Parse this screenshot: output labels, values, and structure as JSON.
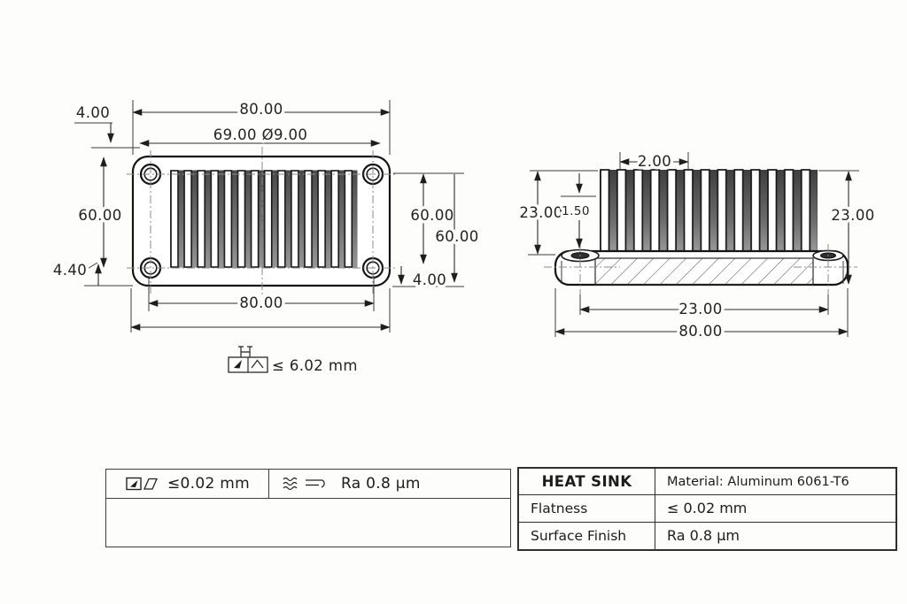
{
  "top_view": {
    "dim_overall_width_top": "80.00",
    "dim_fin_span_hole": "69.00 Ø9.00",
    "dim_offset_top_left": "4.00",
    "dim_height_left": "60.00",
    "dim_height_right_inner": "60.00",
    "dim_height_right_outer": "60.00",
    "dim_offset_bottom_left": "4.40",
    "dim_offset_bottom_right": "4.00",
    "dim_overall_width_bottom": "80.00"
  },
  "side_view": {
    "dim_fin_pitch": "2.00",
    "dim_height_left": "23.00",
    "dim_fin_thickness": "1.50",
    "dim_height_right": "23.00",
    "dim_hole_spacing": "23.00",
    "dim_overall_width": "80.00"
  },
  "flatness_callout": {
    "value": "≤ 6.02 mm"
  },
  "tolerance_bar": {
    "flatness_value": "≤0.02 mm",
    "surface_value": "Ra 0.8 μm"
  },
  "title_block": {
    "part_name": "HEAT SINK",
    "material": "Material: Aluminum 6061-T6",
    "rows": [
      {
        "label": "Flatness",
        "value": "≤ 0.02 mm"
      },
      {
        "label": "Surface Finish",
        "value": "Ra 0.8 μm"
      }
    ]
  },
  "icons": {
    "tolerance_flatness": "gdt-flatness-frame-icon",
    "tolerance_surface": "surface-roughness-icon",
    "callout_frame": "gdt-callout-frame-icon"
  },
  "colors": {
    "object_line": "#141414",
    "dimension_line": "#2a2a2a",
    "centerline": "#8a8a8a",
    "fin_gap_dark": "#4a4a4a",
    "fin_gap_light": "#909090",
    "background": "#fdfdfc"
  }
}
